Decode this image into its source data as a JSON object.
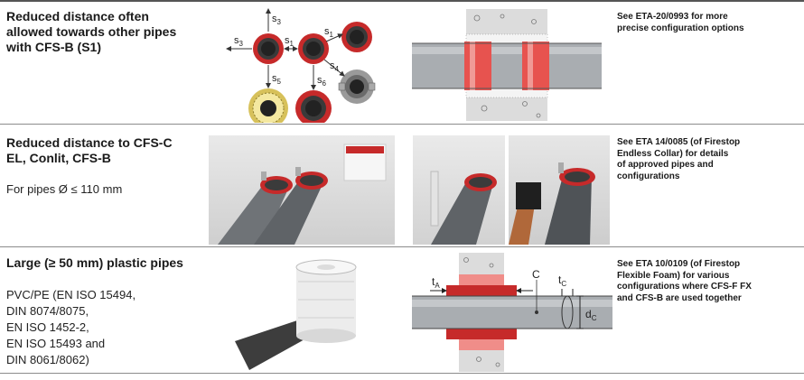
{
  "rows": [
    {
      "title": [
        "Reduced distance often",
        "allowed towards other pipes",
        "with CFS-B (S1)"
      ],
      "body": [],
      "note": [
        "See ETA-20/0993 for more",
        "precise configuration options"
      ],
      "labels": {
        "s1a": "s",
        "s1b": "1",
        "s1c": "1",
        "s3a": "3",
        "s3b": "3",
        "s4": "4",
        "s5": "5",
        "s6": "6",
        "s": "s"
      }
    },
    {
      "title": [
        "Reduced distance to CFS-C",
        "EL, Conlit, CFS-B"
      ],
      "body": [
        "For pipes Ø ≤ 110 mm"
      ],
      "note": [
        "See ETA 14/0085 (of Firestop",
        "Endless Collar) for details",
        "of approved pipes and",
        "configurations"
      ]
    },
    {
      "title": [
        "Large (≥ 50 mm) plastic pipes"
      ],
      "body": [
        "PVC/PE (EN ISO 15494,",
        "DIN 8074/8075,",
        "EN ISO 1452-2,",
        "EN ISO 15493 and",
        "DIN 8061/8062)"
      ],
      "note": [
        "See ETA 10/0109 (of Firestop",
        "Flexible Foam) for various",
        "configurations where CFS-F FX",
        "and CFS-B are used together"
      ],
      "labels": {
        "tA": "t",
        "tA_sub": "A",
        "C": "C",
        "tC": "t",
        "tC_sub": "C",
        "dC": "d",
        "dC_sub": "C"
      }
    }
  ],
  "colors": {
    "red": "#d8302f",
    "pink": "#f3a7a2",
    "grey_pipe": "#8f9397",
    "concrete": "#d9d9d9"
  }
}
